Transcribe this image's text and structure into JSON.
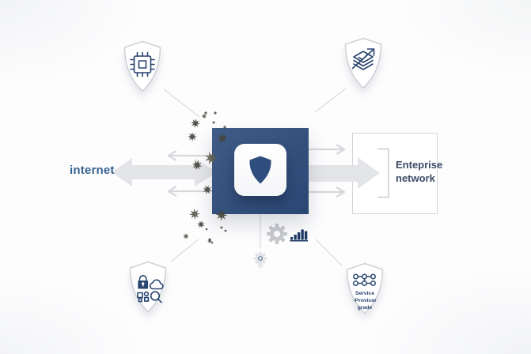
{
  "diagram": {
    "internet_label": "internet",
    "enterprise_box": {
      "line1": "Enteprise",
      "line2": "network"
    },
    "service_shield": {
      "line1": "Service",
      "line2": "-Provicer",
      "line3": "grade"
    }
  },
  "icons": {
    "center": "firewall-shield-icon",
    "top_left": "cpu-chip-shield-icon",
    "top_right": "performance-layers-arrow-shield-icon",
    "bottom_left": "lock-cloud-search-shield-icon",
    "bottom_right": "network-nodes-shield-icon",
    "below_center": [
      "gear-icon",
      "bar-chart-icon",
      "badge-gear-icon"
    ],
    "left": "bidirectional-arrow-icon",
    "scatter": "malware-star-icons"
  },
  "colors": {
    "firewall_blue": "#2f4e7e",
    "icon_navy": "#2a4570",
    "internet_text": "#35618e",
    "enterprise_text": "#3c4b66",
    "arrow_fill": "#e4e5e8",
    "arrow_stroke": "#d7d8dc",
    "box_outline": "#d4d5d9",
    "shield_stroke": "#cdd0d5",
    "connector": "#dcdee2",
    "particle_dark": "#45453e",
    "particle_olive": "#5c5c50",
    "chart_navy": "#203a66",
    "gear_gray": "#c7c9ce",
    "badge_gray": "#e0e2e7"
  },
  "particles": {
    "stars": [
      [
        247,
        156,
        6,
        10
      ],
      [
        258,
        147,
        3.5,
        30
      ],
      [
        243,
        173,
        6,
        45
      ],
      [
        281,
        175,
        7,
        0
      ],
      [
        267,
        200,
        8.5,
        22
      ],
      [
        249,
        209,
        6.5,
        60
      ],
      [
        262,
        240,
        6,
        15
      ],
      [
        246,
        271,
        7,
        40
      ],
      [
        280,
        272,
        7.5,
        5
      ],
      [
        254,
        284,
        5,
        70
      ],
      [
        235,
        299,
        4,
        20
      ],
      [
        265,
        305,
        3,
        50
      ]
    ],
    "dots": [
      [
        260,
        143,
        1.6
      ],
      [
        272,
        143,
        1.6
      ],
      [
        270,
        155,
        1.5
      ],
      [
        284,
        161,
        1.6
      ],
      [
        280,
        288,
        1.5
      ],
      [
        285,
        292,
        1.4
      ],
      [
        265,
        303,
        1.5
      ],
      [
        268,
        307,
        1.3
      ],
      [
        261,
        290,
        1.3
      ]
    ]
  }
}
